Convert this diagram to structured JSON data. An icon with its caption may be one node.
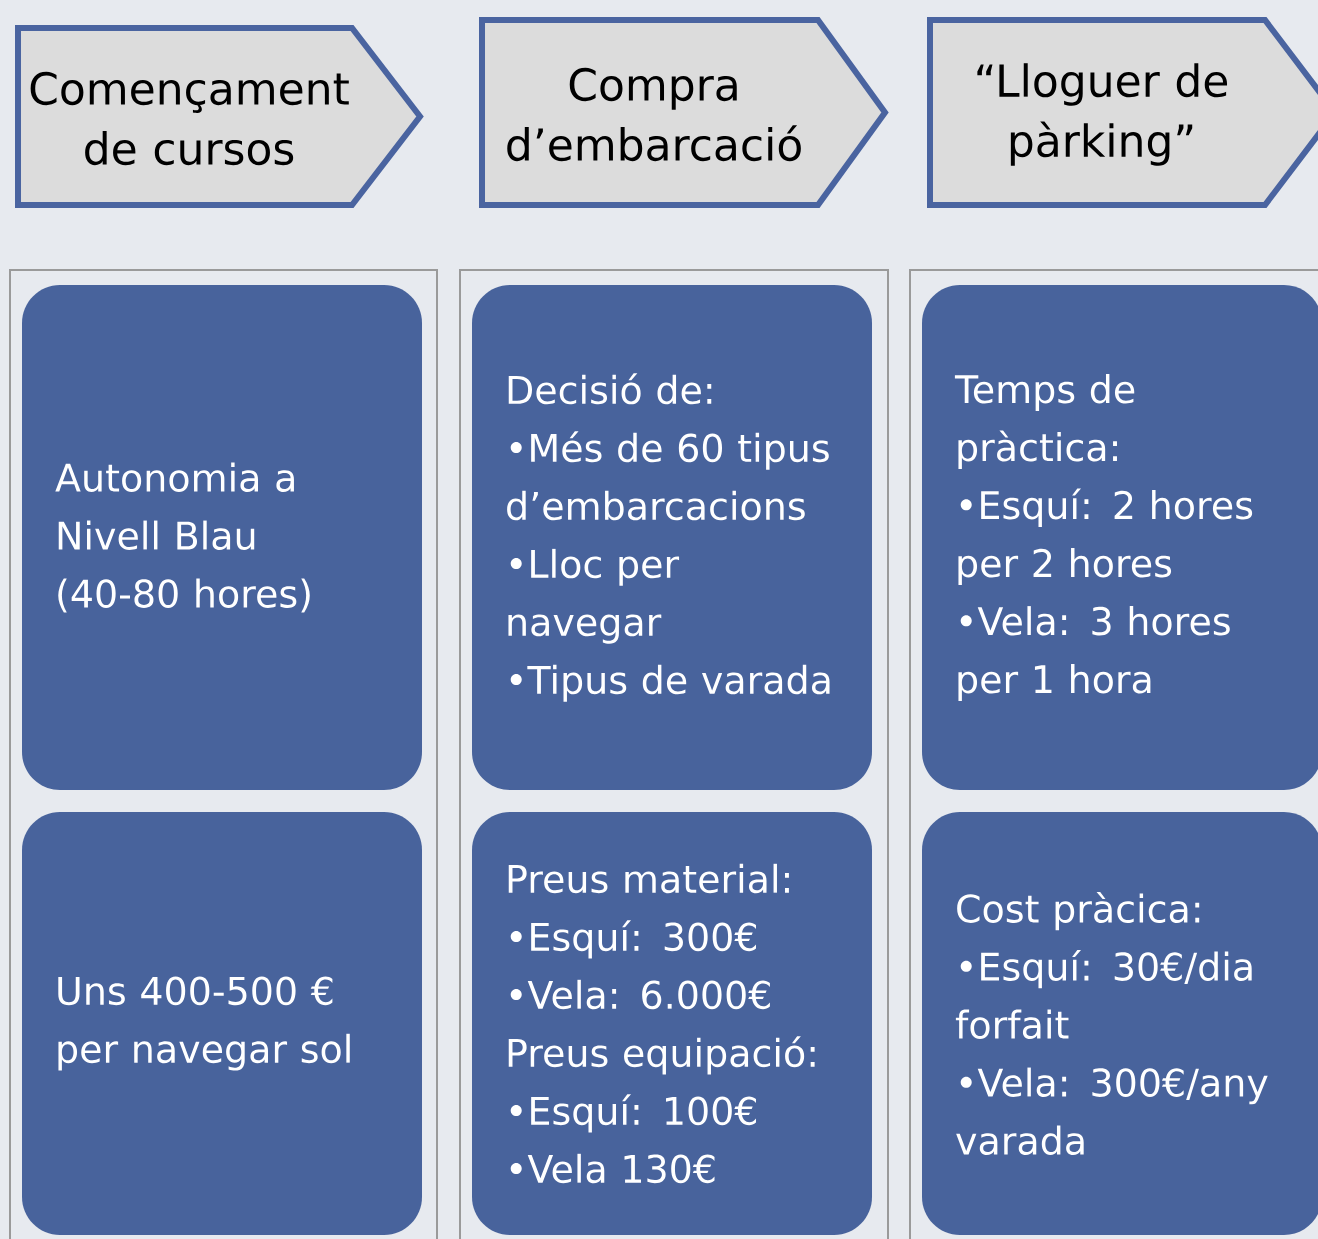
{
  "diagram": {
    "nodes": [
      {
        "text": [
          "Començament de cursos"
        ]
      },
      {
        "text": [
          "Compra d’embarcació"
        ]
      },
      {
        "text": [
          "“Lloguer de pàrking”"
        ]
      },
      {
        "text": [],
        "shape": "box"
      },
      {
        "text": [
          "Autonomia a Nivell Blau (40-80 hores)"
        ],
        "in": 3
      },
      {
        "text": [
          "Uns 400-500 € per navegar sol"
        ],
        "in": 3
      },
      {
        "text": [],
        "shape": "box"
      },
      {
        "text": [
          "Decisió de:",
          "•Més de 60 tipus d’embarcacions",
          "•Lloc per navegar",
          "•Tipus de varada"
        ],
        "in": 6
      },
      {
        "text": [
          "Preus material:",
          "•Esquí: 300€",
          "•Vela: 6.000€",
          "Preus equipació:",
          "•Esquí: 100€",
          "•Vela 130€"
        ],
        "in": 6
      },
      {
        "text": [],
        "shape": "box"
      },
      {
        "text": [
          "Temps de pràctica:",
          "•Esquí: 2 hores per 2 hores",
          "•Vela: 3 hores per 1 hora"
        ],
        "in": 9
      },
      {
        "text": [
          "Cost pràcica:",
          "•Esquí: 30€/dia forfait",
          "•Vela: 300€/any varada"
        ],
        "in": 9
      }
    ]
  }
}
